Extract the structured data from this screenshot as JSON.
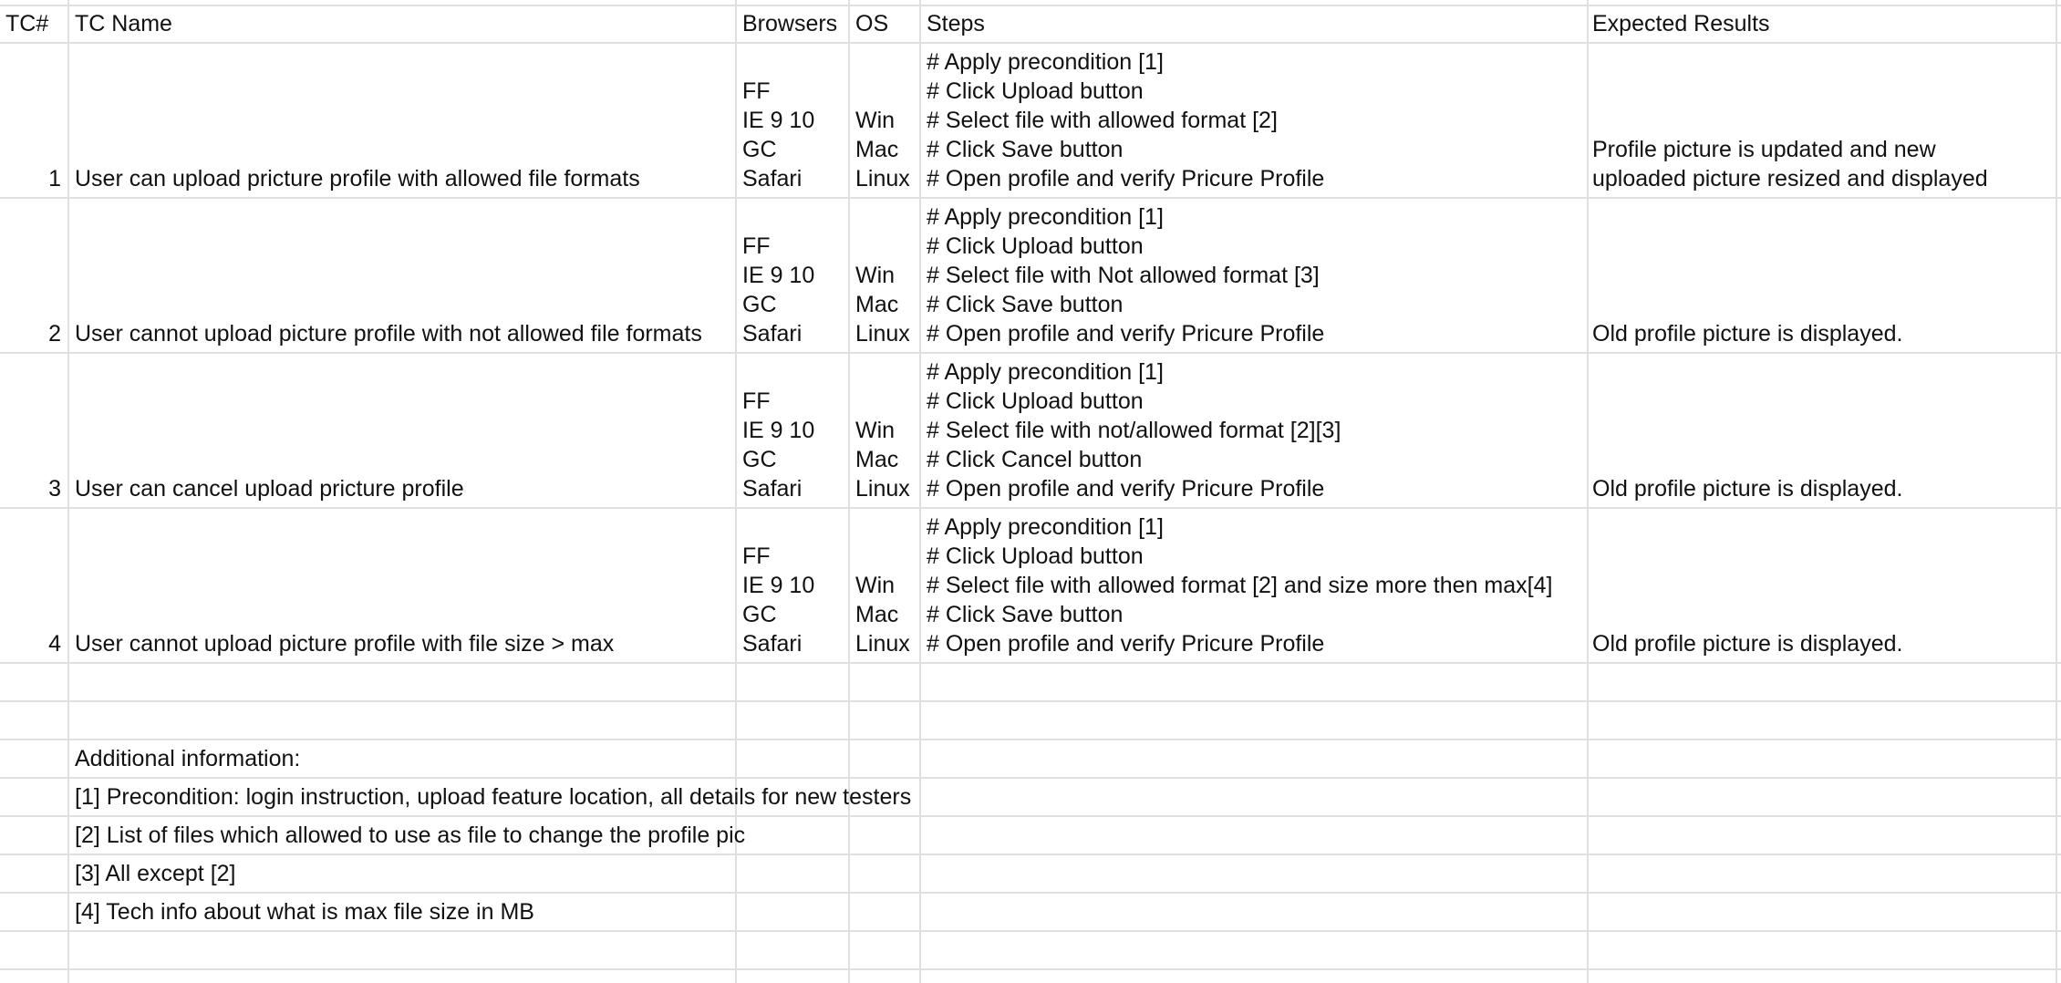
{
  "header": {
    "tc_num": "TC#",
    "tc_name": "TC Name",
    "browsers": "Browsers",
    "os": "OS",
    "steps": "Steps",
    "expected": "Expected Results"
  },
  "rows": [
    {
      "num": "1",
      "name": "User can upload pricture profile with allowed file formats",
      "browsers": [
        "FF",
        "IE 9 10",
        "GC",
        "Safari"
      ],
      "os": [
        "Win",
        "Mac",
        "Linux"
      ],
      "steps": [
        "# Apply precondition [1]",
        "# Click Upload button",
        "# Select file with allowed format [2]",
        "# Click Save button",
        "# Open profile and verify Pricure Profile"
      ],
      "expected": [
        "Profile picture is updated and new",
        "uploaded picture resized and displayed"
      ]
    },
    {
      "num": "2",
      "name": "User cannot upload picture profile with not allowed file formats",
      "browsers": [
        "FF",
        "IE 9 10",
        "GC",
        "Safari"
      ],
      "os": [
        "Win",
        "Mac",
        "Linux"
      ],
      "steps": [
        "# Apply precondition [1]",
        "# Click Upload button",
        "# Select file with Not allowed format [3]",
        "# Click Save button",
        "# Open profile and verify Pricure Profile"
      ],
      "expected": [
        "Old profile picture is displayed."
      ]
    },
    {
      "num": "3",
      "name": "User can cancel upload pricture profile",
      "browsers": [
        "FF",
        "IE 9 10",
        "GC",
        "Safari"
      ],
      "os": [
        "Win",
        "Mac",
        "Linux"
      ],
      "steps": [
        "# Apply precondition [1]",
        "# Click Upload button",
        "# Select file with not/allowed format [2][3]",
        "# Click Cancel button",
        "# Open profile and verify Pricure Profile"
      ],
      "expected": [
        "Old profile picture is displayed."
      ]
    },
    {
      "num": "4",
      "name": "User cannot upload picture profile with file size > max",
      "browsers": [
        "FF",
        "IE 9 10",
        "GC",
        "Safari"
      ],
      "os": [
        "Win",
        "Mac",
        "Linux"
      ],
      "steps": [
        "# Apply precondition [1]",
        "# Click Upload button",
        "# Select file with allowed format [2] and size more then max[4]",
        "# Click Save button",
        "# Open profile and verify Pricure Profile"
      ],
      "expected": [
        "Old profile picture is displayed."
      ]
    }
  ],
  "notes": {
    "title": "Additional information:",
    "items": [
      "[1] Precondition: login instruction, upload feature location, all details for new testers",
      "[2] List of files which allowed to use as file to change the profile pic",
      "[3] All except [2]",
      "[4] Tech info about what is max file size in MB"
    ]
  }
}
